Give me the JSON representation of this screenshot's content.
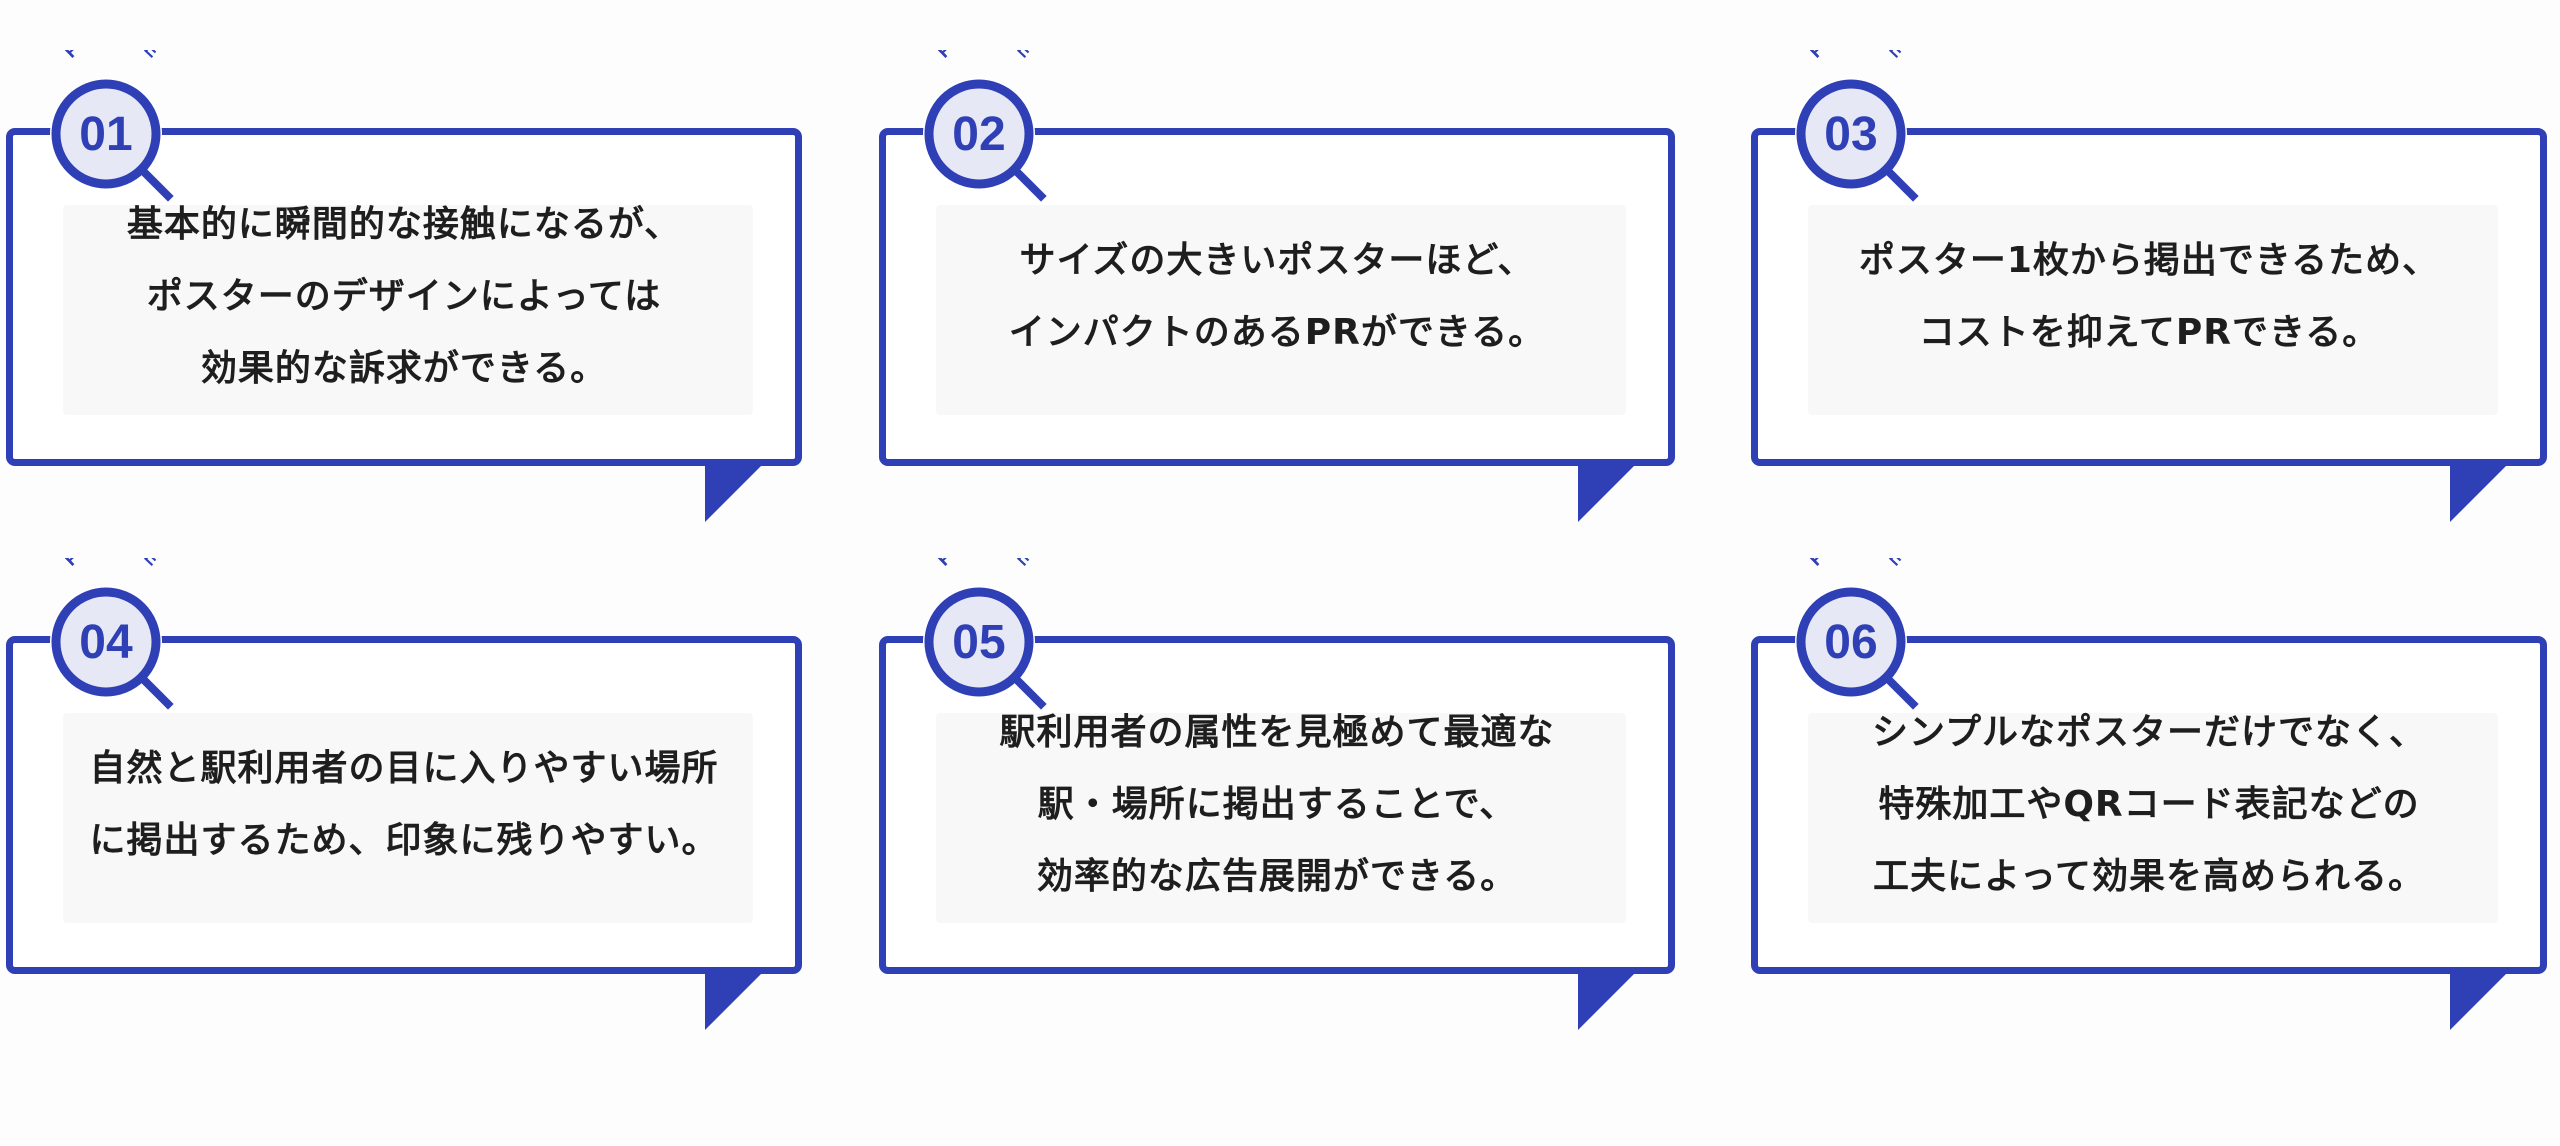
{
  "colors": {
    "accent": "#2f3fb5",
    "badge_fill": "#e6e8f5",
    "panel_bg": "#f8f8f8",
    "text": "#1e1e1e"
  },
  "features": [
    {
      "label": "FEATURE",
      "number": "01",
      "icon": "magnifier-icon",
      "lines": [
        "基本的に瞬間的な接触になるが、",
        "ポスターのデザインによっては",
        "効果的な訴求ができる。"
      ]
    },
    {
      "label": "FEATURE",
      "number": "02",
      "icon": "magnifier-icon",
      "lines": [
        "サイズの大きいポスターほど、",
        "インパクトのあるPRができる。"
      ]
    },
    {
      "label": "FEATURE",
      "number": "03",
      "icon": "magnifier-icon",
      "lines": [
        "ポスター1枚から掲出できるため、",
        "コストを抑えてPRできる。"
      ]
    },
    {
      "label": "FEATURE",
      "number": "04",
      "icon": "magnifier-icon",
      "lines": [
        "自然と駅利用者の目に入りやすい場所",
        "に掲出するため、印象に残りやすい。"
      ]
    },
    {
      "label": "FEATURE",
      "number": "05",
      "icon": "magnifier-icon",
      "lines": [
        "駅利用者の属性を見極めて最適な",
        "駅・場所に掲出することで、",
        "効率的な広告展開ができる。"
      ]
    },
    {
      "label": "FEATURE",
      "number": "06",
      "icon": "magnifier-icon",
      "lines": [
        "シンプルなポスターだけでなく、",
        "特殊加工やQRコード表記などの",
        "工夫によって効果を高められる。"
      ]
    }
  ]
}
